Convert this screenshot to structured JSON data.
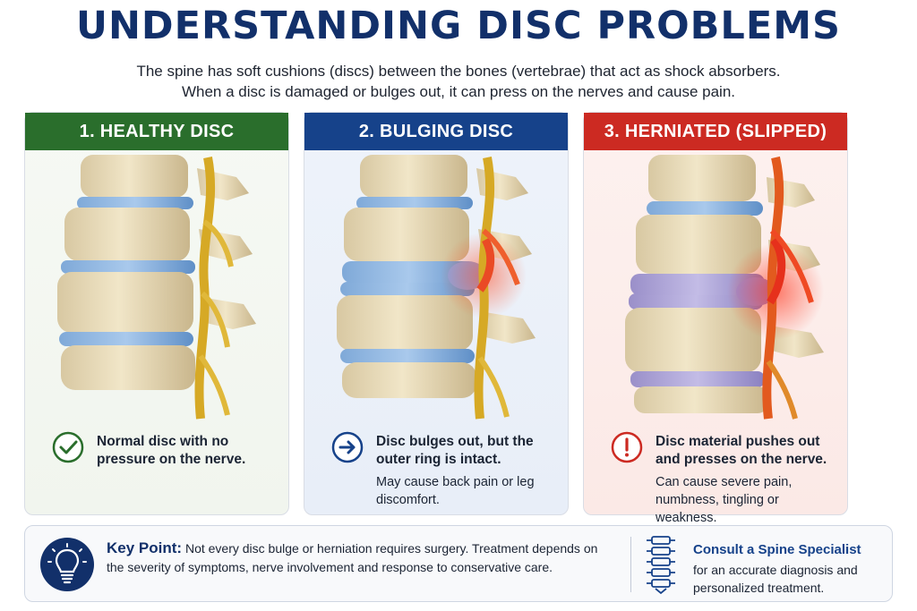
{
  "title": "UNDERSTANDING DISC PROBLEMS",
  "intro": {
    "line1": "The spine has soft cushions (discs) between the bones (vertebrae) that act as shock absorbers.",
    "line2": "When a disc is damaged or bulges out, it can press on the nerves and cause pain."
  },
  "panels": [
    {
      "heading": "1. HEALTHY DISC",
      "status_title": "Normal disc with no pressure on the nerve.",
      "status_note": "",
      "icon": "check-icon",
      "color": "#2a6e2c"
    },
    {
      "heading": "2. BULGING DISC",
      "status_title": "Disc bulges out, but the outer ring is intact.",
      "status_note": "May cause back pain or leg discomfort.",
      "icon": "arrow-right-icon",
      "color": "#16428a"
    },
    {
      "heading": "3. HERNIATED (SLIPPED) DISC",
      "status_title": "Disc material pushes out and presses on the nerve.",
      "status_note": "Can cause severe pain, numbness, tingling or weakness.",
      "icon": "exclamation-icon",
      "color": "#cc2a22"
    }
  ],
  "footer": {
    "key_label": "Key Point:",
    "key_text": "Not every disc bulge or herniation requires surgery. Treatment depends on the severity of symptoms, nerve involvement and response to conservative care.",
    "consult_title": "Consult a Spine Specialist",
    "consult_text": "for an accurate diagnosis and personalized treatment.",
    "icons": [
      "lightbulb-icon",
      "spine-icon"
    ]
  }
}
